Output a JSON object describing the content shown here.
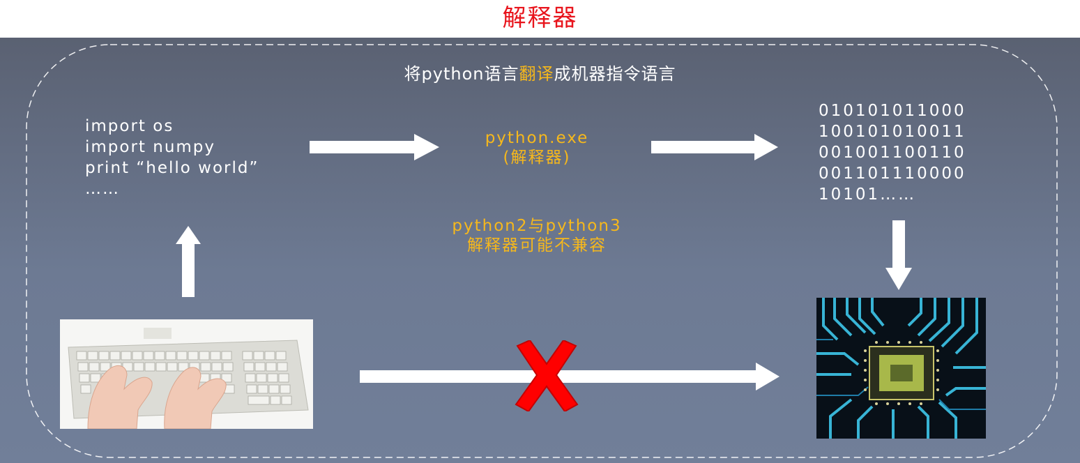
{
  "title": "解释器",
  "subtitle": {
    "prefix": "将python语言",
    "highlight": "翻译",
    "suffix": "成机器指令语言"
  },
  "code_lines": [
    "import os",
    "import numpy",
    "print “hello world”",
    "……"
  ],
  "interpreter": {
    "line1": "python.exe",
    "line2": "(解释器)"
  },
  "compat_note": {
    "line1": "python2与python3",
    "line2": "解释器可能不兼容"
  },
  "binary_lines": [
    "010101011000",
    "100101010011",
    "001001100110",
    "001101110000",
    "10101……"
  ],
  "colors": {
    "title": "#e8141c",
    "highlight": "#f6b81c",
    "panel_top": "#5a6172",
    "panel_bottom": "#717f99",
    "cross": "#ff0000"
  },
  "images": {
    "keyboard": "keyboard-typing-photo",
    "chip": "circuit-chip-photo"
  }
}
